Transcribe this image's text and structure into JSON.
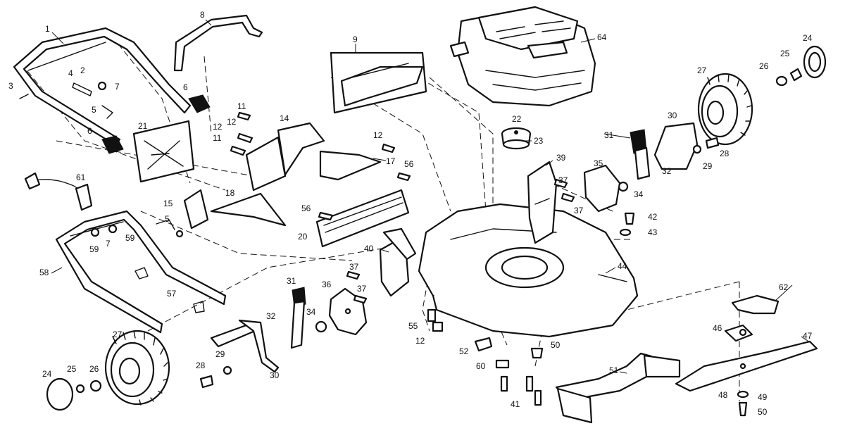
{
  "colors": {
    "ink": "#111111",
    "paper": "#ffffff"
  },
  "callouts": {
    "c1": "1",
    "c2": "2",
    "c3": "3",
    "c4": "4",
    "c5": "5",
    "c6": "6",
    "c7": "7",
    "c8": "8",
    "c9": "9",
    "c11": "11",
    "c12": "12",
    "c14": "14",
    "c15": "15",
    "c17": "17",
    "c18": "18",
    "c20": "20",
    "c21": "21",
    "c22": "22",
    "c23": "23",
    "c24": "24",
    "c25": "25",
    "c26": "26",
    "c27": "27",
    "c28": "28",
    "c29": "29",
    "c30": "30",
    "c31": "31",
    "c32": "32",
    "c34": "34",
    "c35": "35",
    "c36": "36",
    "c37": "37",
    "c39": "39",
    "c40": "40",
    "c41": "41",
    "c42": "42",
    "c43": "43",
    "c44": "44",
    "c46": "46",
    "c47": "47",
    "c48": "48",
    "c49": "49",
    "c50": "50",
    "c51": "51",
    "c52": "52",
    "c55": "55",
    "c56": "56",
    "c57": "57",
    "c58": "58",
    "c59": "59",
    "c60": "60",
    "c61": "61",
    "c62": "62",
    "c64": "64"
  }
}
